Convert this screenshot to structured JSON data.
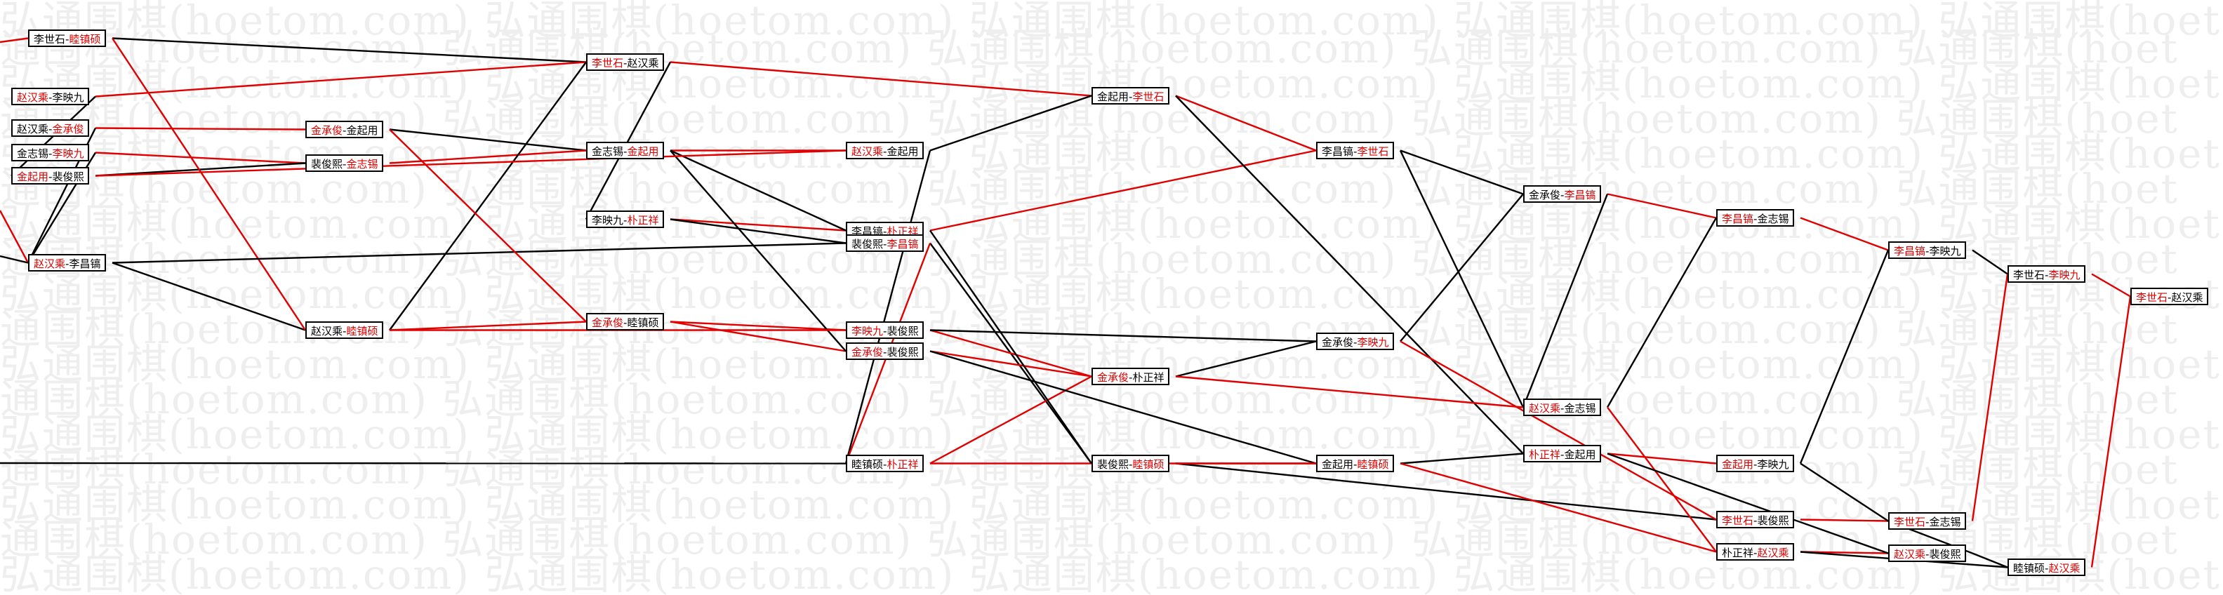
{
  "watermark": "弘通围棋(hoetom.com)",
  "colors": {
    "red": "#e00000",
    "black": "#000000"
  },
  "matches": [
    {
      "id": "m01",
      "p1": "李世石",
      "p2": "睦镇硕",
      "red": 2
    },
    {
      "id": "m02",
      "p1": "赵汉乘",
      "p2": "李映九",
      "red": 1
    },
    {
      "id": "m03",
      "p1": "赵汉乘",
      "p2": "金承俊",
      "red": 2
    },
    {
      "id": "m04",
      "p1": "金志锡",
      "p2": "李映九",
      "red": 2
    },
    {
      "id": "m05",
      "p1": "金起用",
      "p2": "裴俊熙",
      "red": 1
    },
    {
      "id": "m06",
      "p1": "赵汉乘",
      "p2": "李昌镐",
      "red": 1
    },
    {
      "id": "m07",
      "p1": "金承俊",
      "p2": "金起用",
      "red": 1
    },
    {
      "id": "m08",
      "p1": "裴俊熙",
      "p2": "金志锡",
      "red": 2
    },
    {
      "id": "m09",
      "p1": "赵汉乘",
      "p2": "睦镇硕",
      "red": 2
    },
    {
      "id": "m10",
      "p1": "李世石",
      "p2": "赵汉乘",
      "red": 1
    },
    {
      "id": "m11",
      "p1": "金志锡",
      "p2": "金起用",
      "red": 2
    },
    {
      "id": "m12",
      "p1": "李映九",
      "p2": "朴正祥",
      "red": 2
    },
    {
      "id": "m13",
      "p1": "金承俊",
      "p2": "睦镇硕",
      "red": 1
    },
    {
      "id": "m14",
      "p1": "赵汉乘",
      "p2": "金起用",
      "red": 1
    },
    {
      "id": "m15",
      "p1": "李昌镐",
      "p2": "朴正祥",
      "red": 2
    },
    {
      "id": "m16",
      "p1": "裴俊熙",
      "p2": "李昌镐",
      "red": 2
    },
    {
      "id": "m17",
      "p1": "李映九",
      "p2": "裴俊熙",
      "red": 1
    },
    {
      "id": "m18",
      "p1": "金承俊",
      "p2": "裴俊熙",
      "red": 1
    },
    {
      "id": "m19",
      "p1": "睦镇硕",
      "p2": "朴正祥",
      "red": 2
    },
    {
      "id": "m20",
      "p1": "金起用",
      "p2": "李世石",
      "red": 2
    },
    {
      "id": "m21",
      "p1": "金承俊",
      "p2": "朴正祥",
      "red": 1
    },
    {
      "id": "m22",
      "p1": "裴俊熙",
      "p2": "睦镇硕",
      "red": 2
    },
    {
      "id": "m23",
      "p1": "李昌镐",
      "p2": "李世石",
      "red": 2
    },
    {
      "id": "m24",
      "p1": "金承俊",
      "p2": "李映九",
      "red": 2
    },
    {
      "id": "m25",
      "p1": "金起用",
      "p2": "睦镇硕",
      "red": 2
    },
    {
      "id": "m26",
      "p1": "金承俊",
      "p2": "李昌镐",
      "red": 2
    },
    {
      "id": "m27",
      "p1": "赵汉乘",
      "p2": "金志锡",
      "red": 1
    },
    {
      "id": "m28",
      "p1": "朴正祥",
      "p2": "金起用",
      "red": 1
    },
    {
      "id": "m29",
      "p1": "李昌镐",
      "p2": "金志锡",
      "red": 1
    },
    {
      "id": "m30",
      "p1": "金起用",
      "p2": "李映九",
      "red": 1
    },
    {
      "id": "m31",
      "p1": "李世石",
      "p2": "裴俊熙",
      "red": 1
    },
    {
      "id": "m32",
      "p1": "朴正祥",
      "p2": "赵汉乘",
      "red": 2
    },
    {
      "id": "m33",
      "p1": "李昌镐",
      "p2": "李映九",
      "red": 1
    },
    {
      "id": "m34",
      "p1": "李世石",
      "p2": "金志锡",
      "red": 1
    },
    {
      "id": "m35",
      "p1": "赵汉乘",
      "p2": "裴俊熙",
      "red": 1
    },
    {
      "id": "m36",
      "p1": "李世石",
      "p2": "李映九",
      "red": 2
    },
    {
      "id": "m37",
      "p1": "睦镇硕",
      "p2": "赵汉乘",
      "red": 2
    },
    {
      "id": "m38",
      "p1": "李世石",
      "p2": "赵汉乘",
      "red": 1
    }
  ],
  "links": [
    [
      "m01",
      "m10",
      "black"
    ],
    [
      "m02",
      "m10",
      "red"
    ],
    [
      "m03",
      "m07",
      "red"
    ],
    [
      "m04",
      "m08",
      "red"
    ],
    [
      "m05",
      "m08",
      "black"
    ],
    [
      "m06",
      "m09",
      "black"
    ],
    [
      "m07",
      "m11",
      "black"
    ],
    [
      "m08",
      "m11",
      "red"
    ],
    [
      "m09",
      "m10",
      "black"
    ],
    [
      "m09",
      "m13",
      "red"
    ],
    [
      "m10",
      "m20",
      "red"
    ],
    [
      "m11",
      "m14",
      "red"
    ],
    [
      "m12",
      "m15",
      "red"
    ],
    [
      "m13",
      "m17",
      "red"
    ],
    [
      "m13",
      "m18",
      "red"
    ],
    [
      "m14",
      "m20",
      "black"
    ],
    [
      "m15",
      "m23",
      "red"
    ],
    [
      "m16",
      "m22",
      "black"
    ],
    [
      "m17",
      "m21",
      "red"
    ],
    [
      "m18",
      "m21",
      "red"
    ],
    [
      "m19",
      "m21",
      "red"
    ],
    [
      "m20",
      "m23",
      "red"
    ],
    [
      "m21",
      "m24",
      "black"
    ],
    [
      "m22",
      "m25",
      "red"
    ],
    [
      "m23",
      "m26",
      "black"
    ],
    [
      "m24",
      "m26",
      "black"
    ],
    [
      "m25",
      "m28",
      "black"
    ],
    [
      "m26",
      "m29",
      "red"
    ],
    [
      "m27",
      "m29",
      "black"
    ],
    [
      "m28",
      "m30",
      "red"
    ],
    [
      "m29",
      "m33",
      "red"
    ],
    [
      "m30",
      "m33",
      "black"
    ],
    [
      "m31",
      "m34",
      "red"
    ],
    [
      "m32",
      "m35",
      "red"
    ],
    [
      "m33",
      "m36",
      "black"
    ],
    [
      "m34",
      "m36",
      "red"
    ],
    [
      "m35",
      "m37",
      "black"
    ],
    [
      "m36",
      "m38",
      "red"
    ],
    [
      "m37",
      "m38",
      "red"
    ],
    [
      "m01",
      "m09",
      "red"
    ],
    [
      "m02",
      "m05",
      "black"
    ],
    [
      "m03",
      "m06",
      "black"
    ],
    [
      "m04",
      "m06",
      "black"
    ],
    [
      "m11",
      "m15",
      "black"
    ],
    [
      "m12",
      "m16",
      "black"
    ],
    [
      "m14",
      "m19",
      "black"
    ],
    [
      "m16",
      "m22",
      "red"
    ],
    [
      "m17",
      "m24",
      "black"
    ],
    [
      "m18",
      "m25",
      "black"
    ],
    [
      "m20",
      "m28",
      "black"
    ],
    [
      "m22",
      "m31",
      "black"
    ],
    [
      "m23",
      "m27",
      "black"
    ],
    [
      "m24",
      "m31",
      "red"
    ],
    [
      "m25",
      "m32",
      "red"
    ],
    [
      "m26",
      "m27",
      "black"
    ],
    [
      "m27",
      "m32",
      "red"
    ],
    [
      "m28",
      "m35",
      "black"
    ],
    [
      "m30",
      "m34",
      "black"
    ],
    [
      "m32",
      "m37",
      "black"
    ],
    [
      "m35",
      "m34",
      "black"
    ],
    [
      "m37",
      "m38",
      "black"
    ],
    [
      "m21",
      "m27",
      "red"
    ],
    [
      "m19",
      "m25",
      "red"
    ],
    [
      "m15",
      "m22",
      "black"
    ],
    [
      "m16",
      "m19",
      "red"
    ],
    [
      "m11",
      "m18",
      "black"
    ],
    [
      "m06",
      "m16",
      "black"
    ],
    [
      "m09",
      "m17",
      "red"
    ],
    [
      "m05",
      "m14",
      "red"
    ],
    [
      "m07",
      "m13",
      "red"
    ],
    [
      "m10",
      "m12",
      "black"
    ]
  ]
}
